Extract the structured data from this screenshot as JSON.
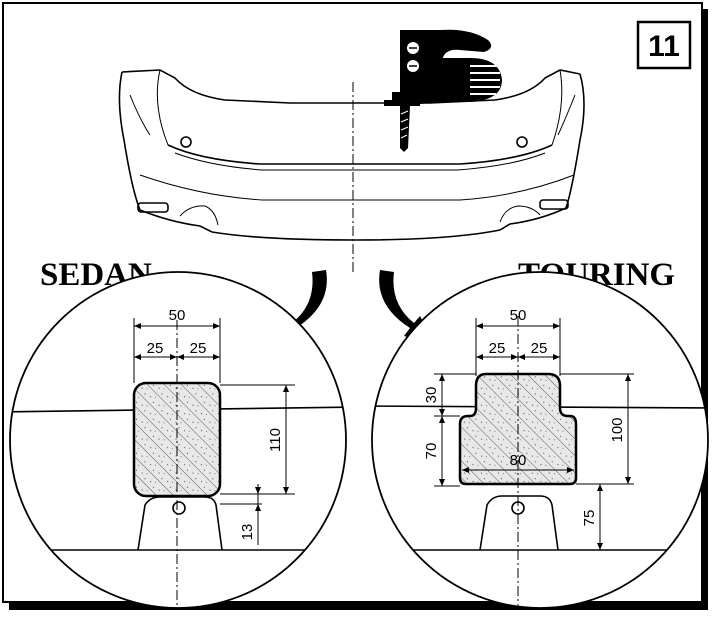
{
  "step": {
    "number": "11"
  },
  "labels": {
    "sedan": "SEDAN",
    "touring": "TOURING"
  },
  "sedan": {
    "dim_total_width": "50",
    "dim_half_left": "25",
    "dim_half_right": "25",
    "dim_height": "110",
    "dim_gap": "13"
  },
  "touring": {
    "dim_total_width": "50",
    "dim_half_left": "25",
    "dim_half_right": "25",
    "dim_top_height": "30",
    "dim_lower_height": "70",
    "dim_overall_height": "100",
    "dim_lower_width": "80",
    "dim_offset": "75"
  },
  "icons": {
    "tool": "jigsaw-icon",
    "arrow_left": "curved-arrow-down-left-icon",
    "arrow_right": "curved-arrow-down-right-icon"
  }
}
